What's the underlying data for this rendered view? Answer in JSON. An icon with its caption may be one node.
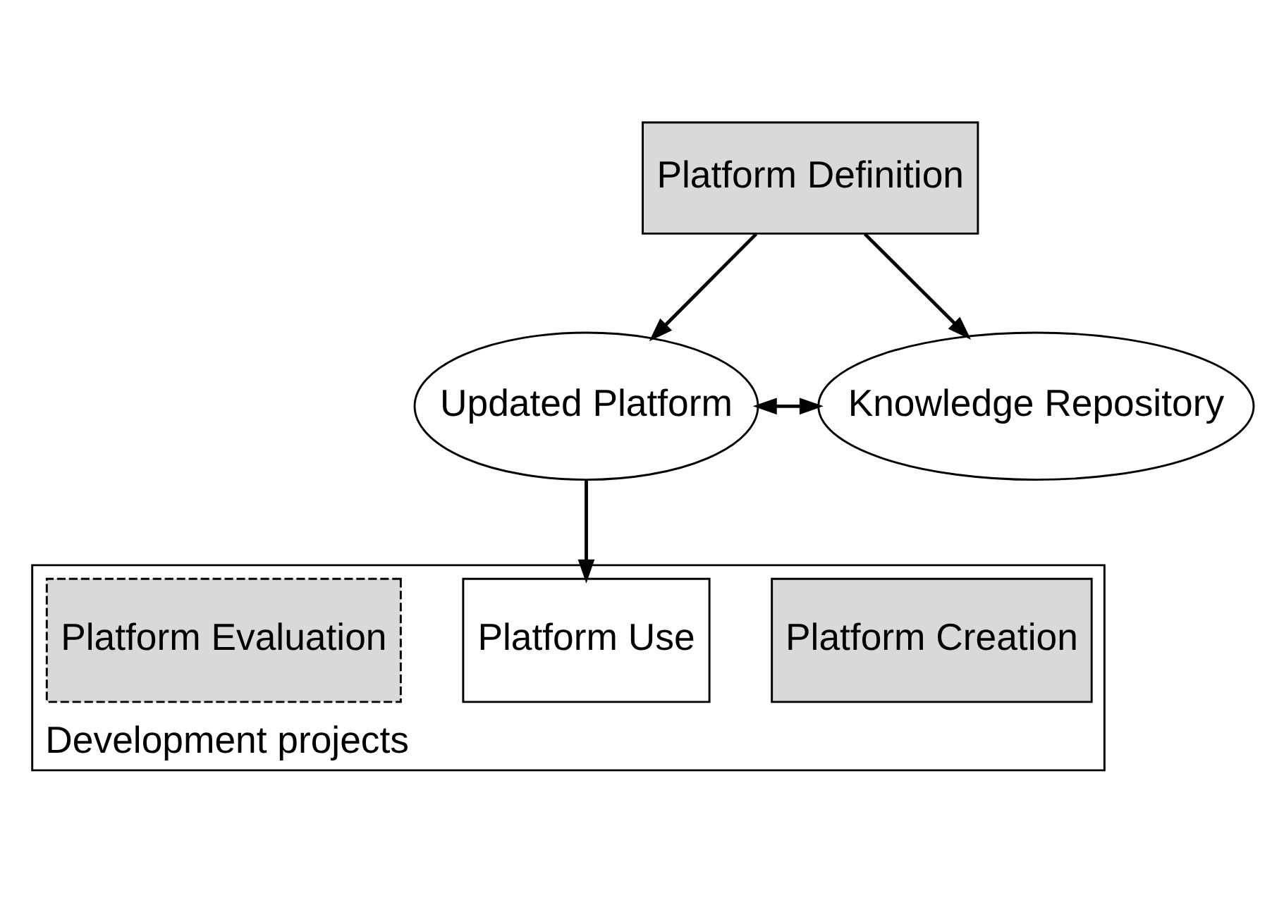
{
  "diagram": {
    "nodes": [
      {
        "text": [
          "Platform Definition"
        ]
      },
      {
        "text": [
          "Updated Platform"
        ]
      },
      {
        "text": [
          "Knowledge Repository"
        ]
      },
      {
        "text": [
          "Development projects"
        ]
      },
      {
        "text": [
          "Platform Creation"
        ],
        "in": 3
      },
      {
        "text": [
          "Platform Use"
        ],
        "in": 3
      },
      {
        "text": [
          "Platform Evaluation"
        ],
        "in": 3
      }
    ],
    "edges": [
      {
        "from": 0,
        "to": 1,
        "arrow": "to"
      },
      {
        "from": 0,
        "to": 2,
        "arrow": "to"
      },
      {
        "from": 1,
        "to": 2,
        "arrow": "both"
      },
      {
        "from": 1,
        "to": 5,
        "arrow": "to"
      }
    ]
  }
}
